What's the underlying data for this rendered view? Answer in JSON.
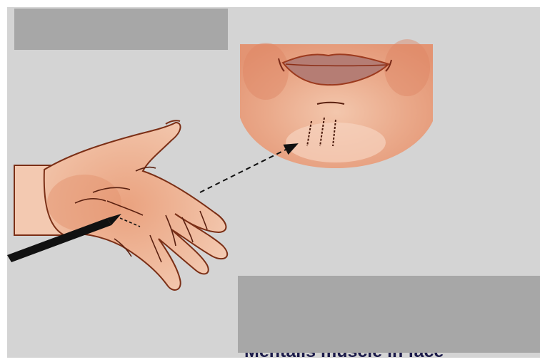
{
  "caption": {
    "text": "Mentalis muscle in face"
  },
  "colors": {
    "panel": "#d4d4d4",
    "redaction": "#a7a7a7",
    "skin": "#e7a585",
    "outline": "#8a3a1f",
    "caption": "#1c1b4a"
  },
  "figure": {
    "illustrations": [
      "chin-with-lips",
      "open-hand",
      "pencil"
    ],
    "arrow": "dashed arrow from palm to chin"
  }
}
